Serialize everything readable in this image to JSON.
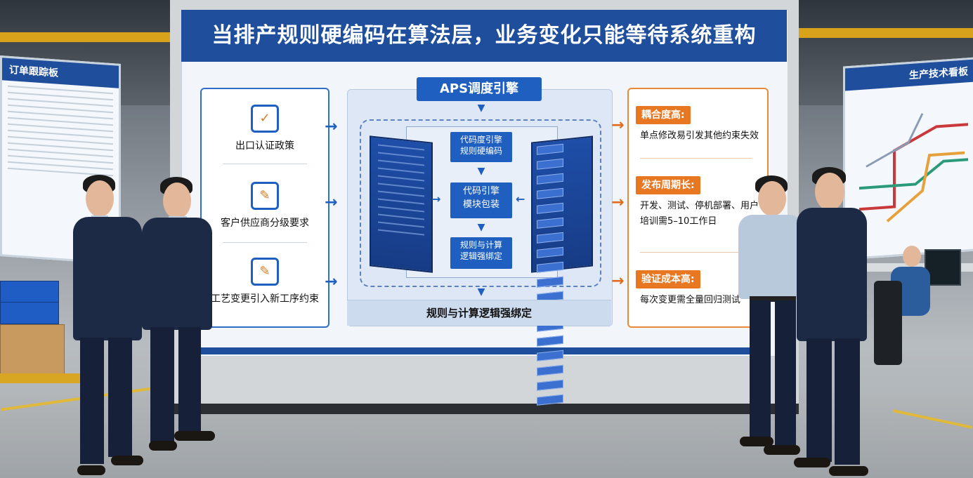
{
  "screen": {
    "title": "当排产规则硬编码在算法层，业务变化只能等待系统重构",
    "left_items": [
      {
        "icon": "shield-check-icon",
        "label": "出口认证政策"
      },
      {
        "icon": "document-edit-icon",
        "label": "客户供应商分级要求"
      },
      {
        "icon": "clipboard-edit-icon",
        "label": "工艺变更引入新工序约束"
      }
    ],
    "center": {
      "engine_label": "APS调度引擎",
      "block1": "代码度引擎",
      "block1_sub": "规则硬编码",
      "block2": "代码引擎",
      "block2_sub": "模块包装",
      "block3": "规则与计算",
      "block3_sub": "逻辑强绑定",
      "footer": "规则与计算逻辑强绑定"
    },
    "right_items": [
      {
        "tag": "耦合度高:",
        "text": "单点修改易引发其他约束失效"
      },
      {
        "tag": "发布周期长:",
        "text": "开发、测试、停机部署、用户培训需5–10工作日"
      },
      {
        "tag": "验证成本高:",
        "text": "每次变更需全量回归测试"
      }
    ]
  },
  "left_board": {
    "title": "订单跟踪板"
  },
  "right_board": {
    "title": "生产技术看板"
  },
  "colors": {
    "brand_blue": "#1f4f9c",
    "accent_orange": "#e87722"
  }
}
